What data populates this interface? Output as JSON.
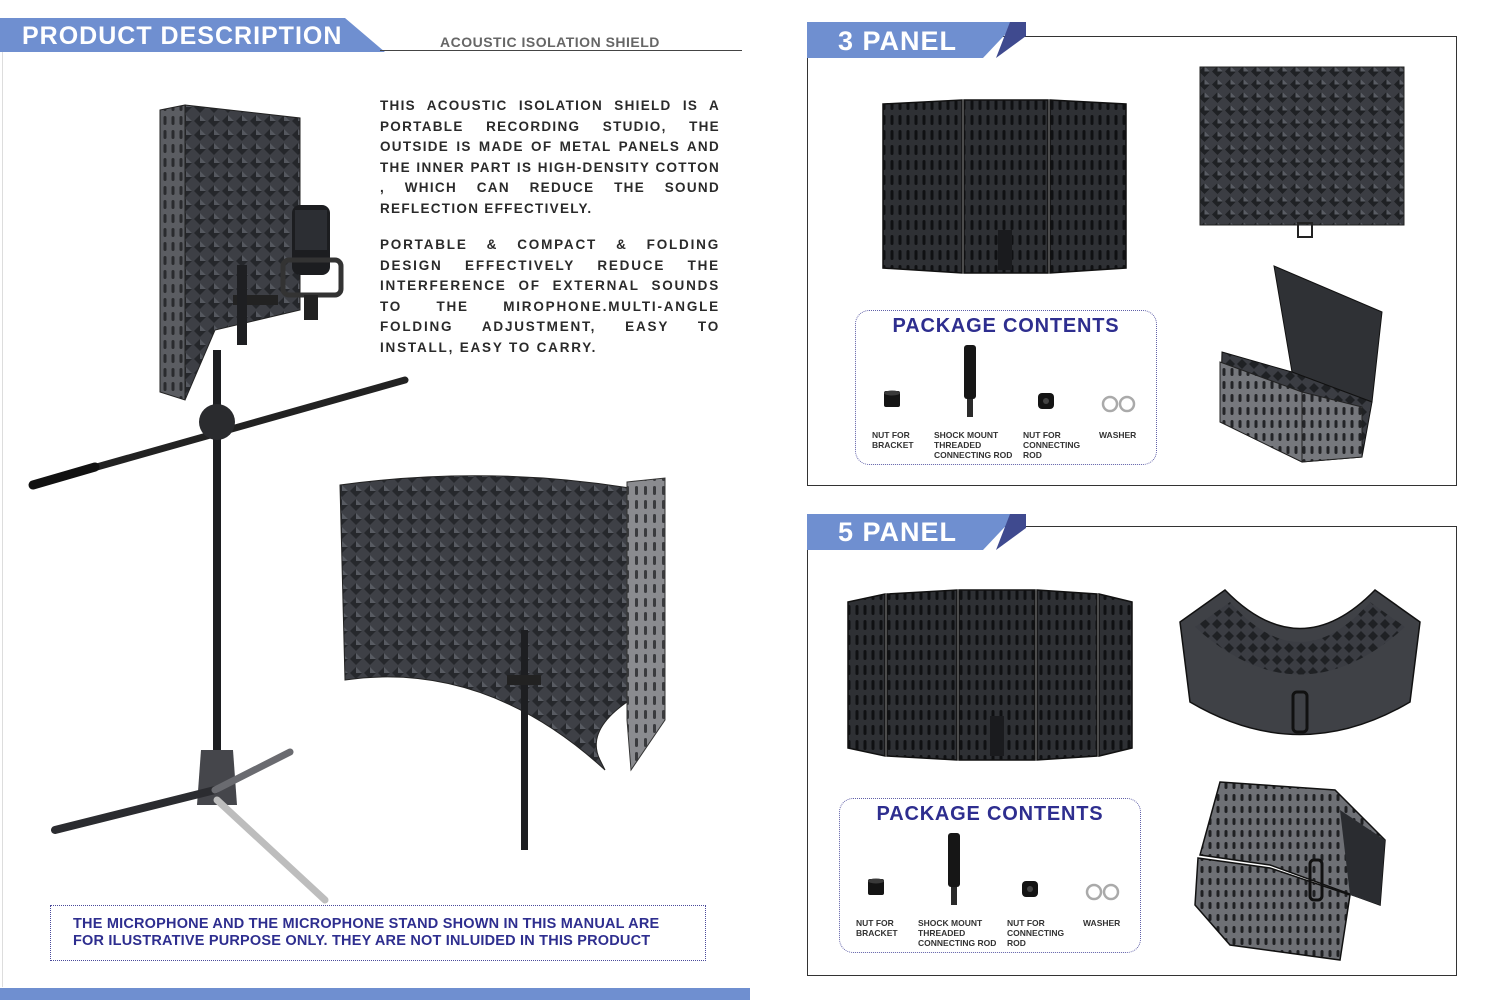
{
  "left": {
    "header_title": "PRODUCT DESCRIPTION",
    "header_subtitle": "ACOUSTIC ISOLATION SHIELD",
    "paragraph_1": "THIS ACOUSTIC ISOLATION SHIELD  IS A PORTABLE RECORDING STUDIO,  THE OUTSIDE IS MADE OF METAL PANELS AND THE INNER PART IS  HIGH-DENSITY COTTON , WHICH  CAN REDUCE THE SOUND REFLECTION EFFECTIVELY.",
    "paragraph_2": "PORTABLE & COMPACT & FOLDING DESIGN EFFECTIVELY REDUCE THE INTERFERENCE OF EXTERNAL SOUNDS TO THE MIROPHONE.MULTI-ANGLE FOLDING ADJUSTMENT, EASY TO INSTALL, EASY TO CARRY.",
    "note_line_1": "THE MICROPHONE AND THE MICROPHONE STAND SHOWN IN THIS MANUAL ARE",
    "note_line_2": "FOR ILUSTRATIVE PURPOSE ONLY. THEY ARE NOT INLUIDED IN THIS PRODUCT"
  },
  "panel3": {
    "title": "3 PANEL",
    "package": {
      "title": "PACKAGE CONTENTS",
      "items": [
        {
          "label_1": "NUT FOR",
          "label_2": "BRACKET",
          "label_3": ""
        },
        {
          "label_1": "SHOCK MOUNT",
          "label_2": "THREADED",
          "label_3": "CONNECTING ROD"
        },
        {
          "label_1": "NUT FOR",
          "label_2": "CONNECTING",
          "label_3": "ROD"
        },
        {
          "label_1": "WASHER",
          "label_2": "",
          "label_3": ""
        }
      ]
    }
  },
  "panel5": {
    "title": "5 PANEL",
    "package": {
      "title": "PACKAGE CONTENTS",
      "items": [
        {
          "label_1": "NUT FOR",
          "label_2": "BRACKET",
          "label_3": ""
        },
        {
          "label_1": "SHOCK MOUNT",
          "label_2": "THREADED",
          "label_3": "CONNECTING ROD"
        },
        {
          "label_1": "NUT FOR",
          "label_2": "CONNECTING",
          "label_3": "ROD"
        },
        {
          "label_1": "WASHER",
          "label_2": "",
          "label_3": ""
        }
      ]
    }
  },
  "colors": {
    "accent_blue": "#6f8fd0",
    "dark_navy": "#2e2e8f",
    "panel_dark": "#2b2d31",
    "foam": "#3a3c42"
  },
  "icons": [
    "microphone-icon",
    "mic-stand-icon",
    "foam-shield-icon",
    "metal-panel-icon",
    "nut-icon",
    "threaded-rod-icon",
    "washer-icon"
  ]
}
